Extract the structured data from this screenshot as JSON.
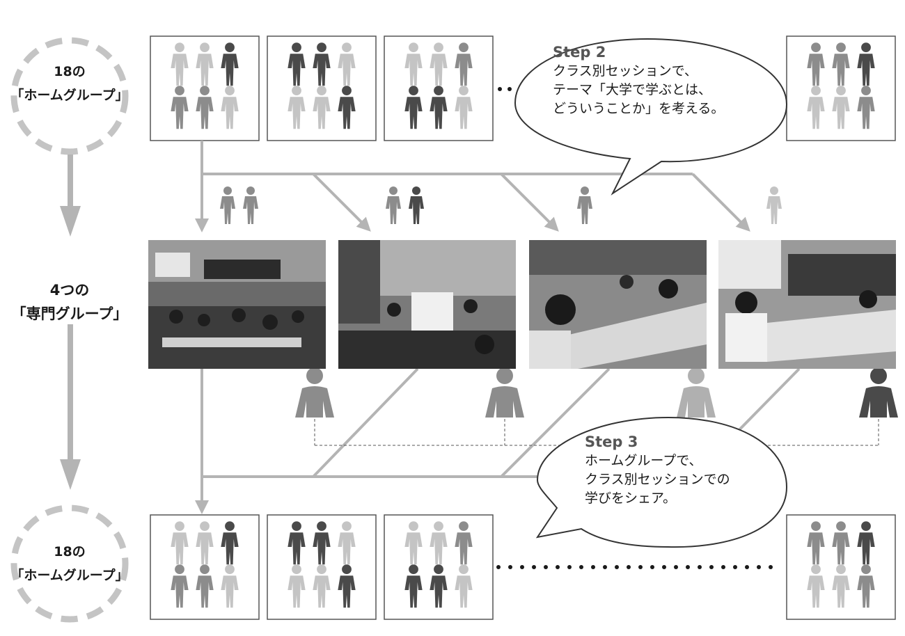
{
  "home_groups_top": {
    "count_label": "18の",
    "name_label": "「ホームグループ」"
  },
  "expert_groups": {
    "count_label": "4つの",
    "name_label": "「専門グループ」"
  },
  "home_groups_bottom": {
    "count_label": "18の",
    "name_label": "「ホームグループ」"
  },
  "step2": {
    "step_label": "Step 2",
    "lines": [
      "クラス別セッションで、",
      "テーマ「大学で学ぶとは、",
      "どういうことか」を考える。"
    ]
  },
  "step3": {
    "step_label": "Step 3",
    "lines": [
      "ホームグループで、",
      "クラス別セッションでの",
      "学びをシェア。"
    ]
  },
  "colors": {
    "dark": "#4a4a4a",
    "mid": "#8c8c8c",
    "light": "#c4c4c4",
    "line": "#b4b4b4",
    "dash": "#c4c4c4"
  },
  "group_shades": [
    [
      "light",
      "light",
      "dark",
      "mid",
      "mid",
      "light"
    ],
    [
      "dark",
      "dark",
      "light",
      "light",
      "light",
      "dark"
    ],
    [
      "light",
      "light",
      "mid",
      "dark",
      "dark",
      "light"
    ],
    [
      "mid",
      "mid",
      "dark",
      "light",
      "light",
      "mid"
    ]
  ],
  "photo_icons": [
    "people-pair-icon",
    "people-pair-icon",
    "person-icon",
    "person-icon"
  ]
}
